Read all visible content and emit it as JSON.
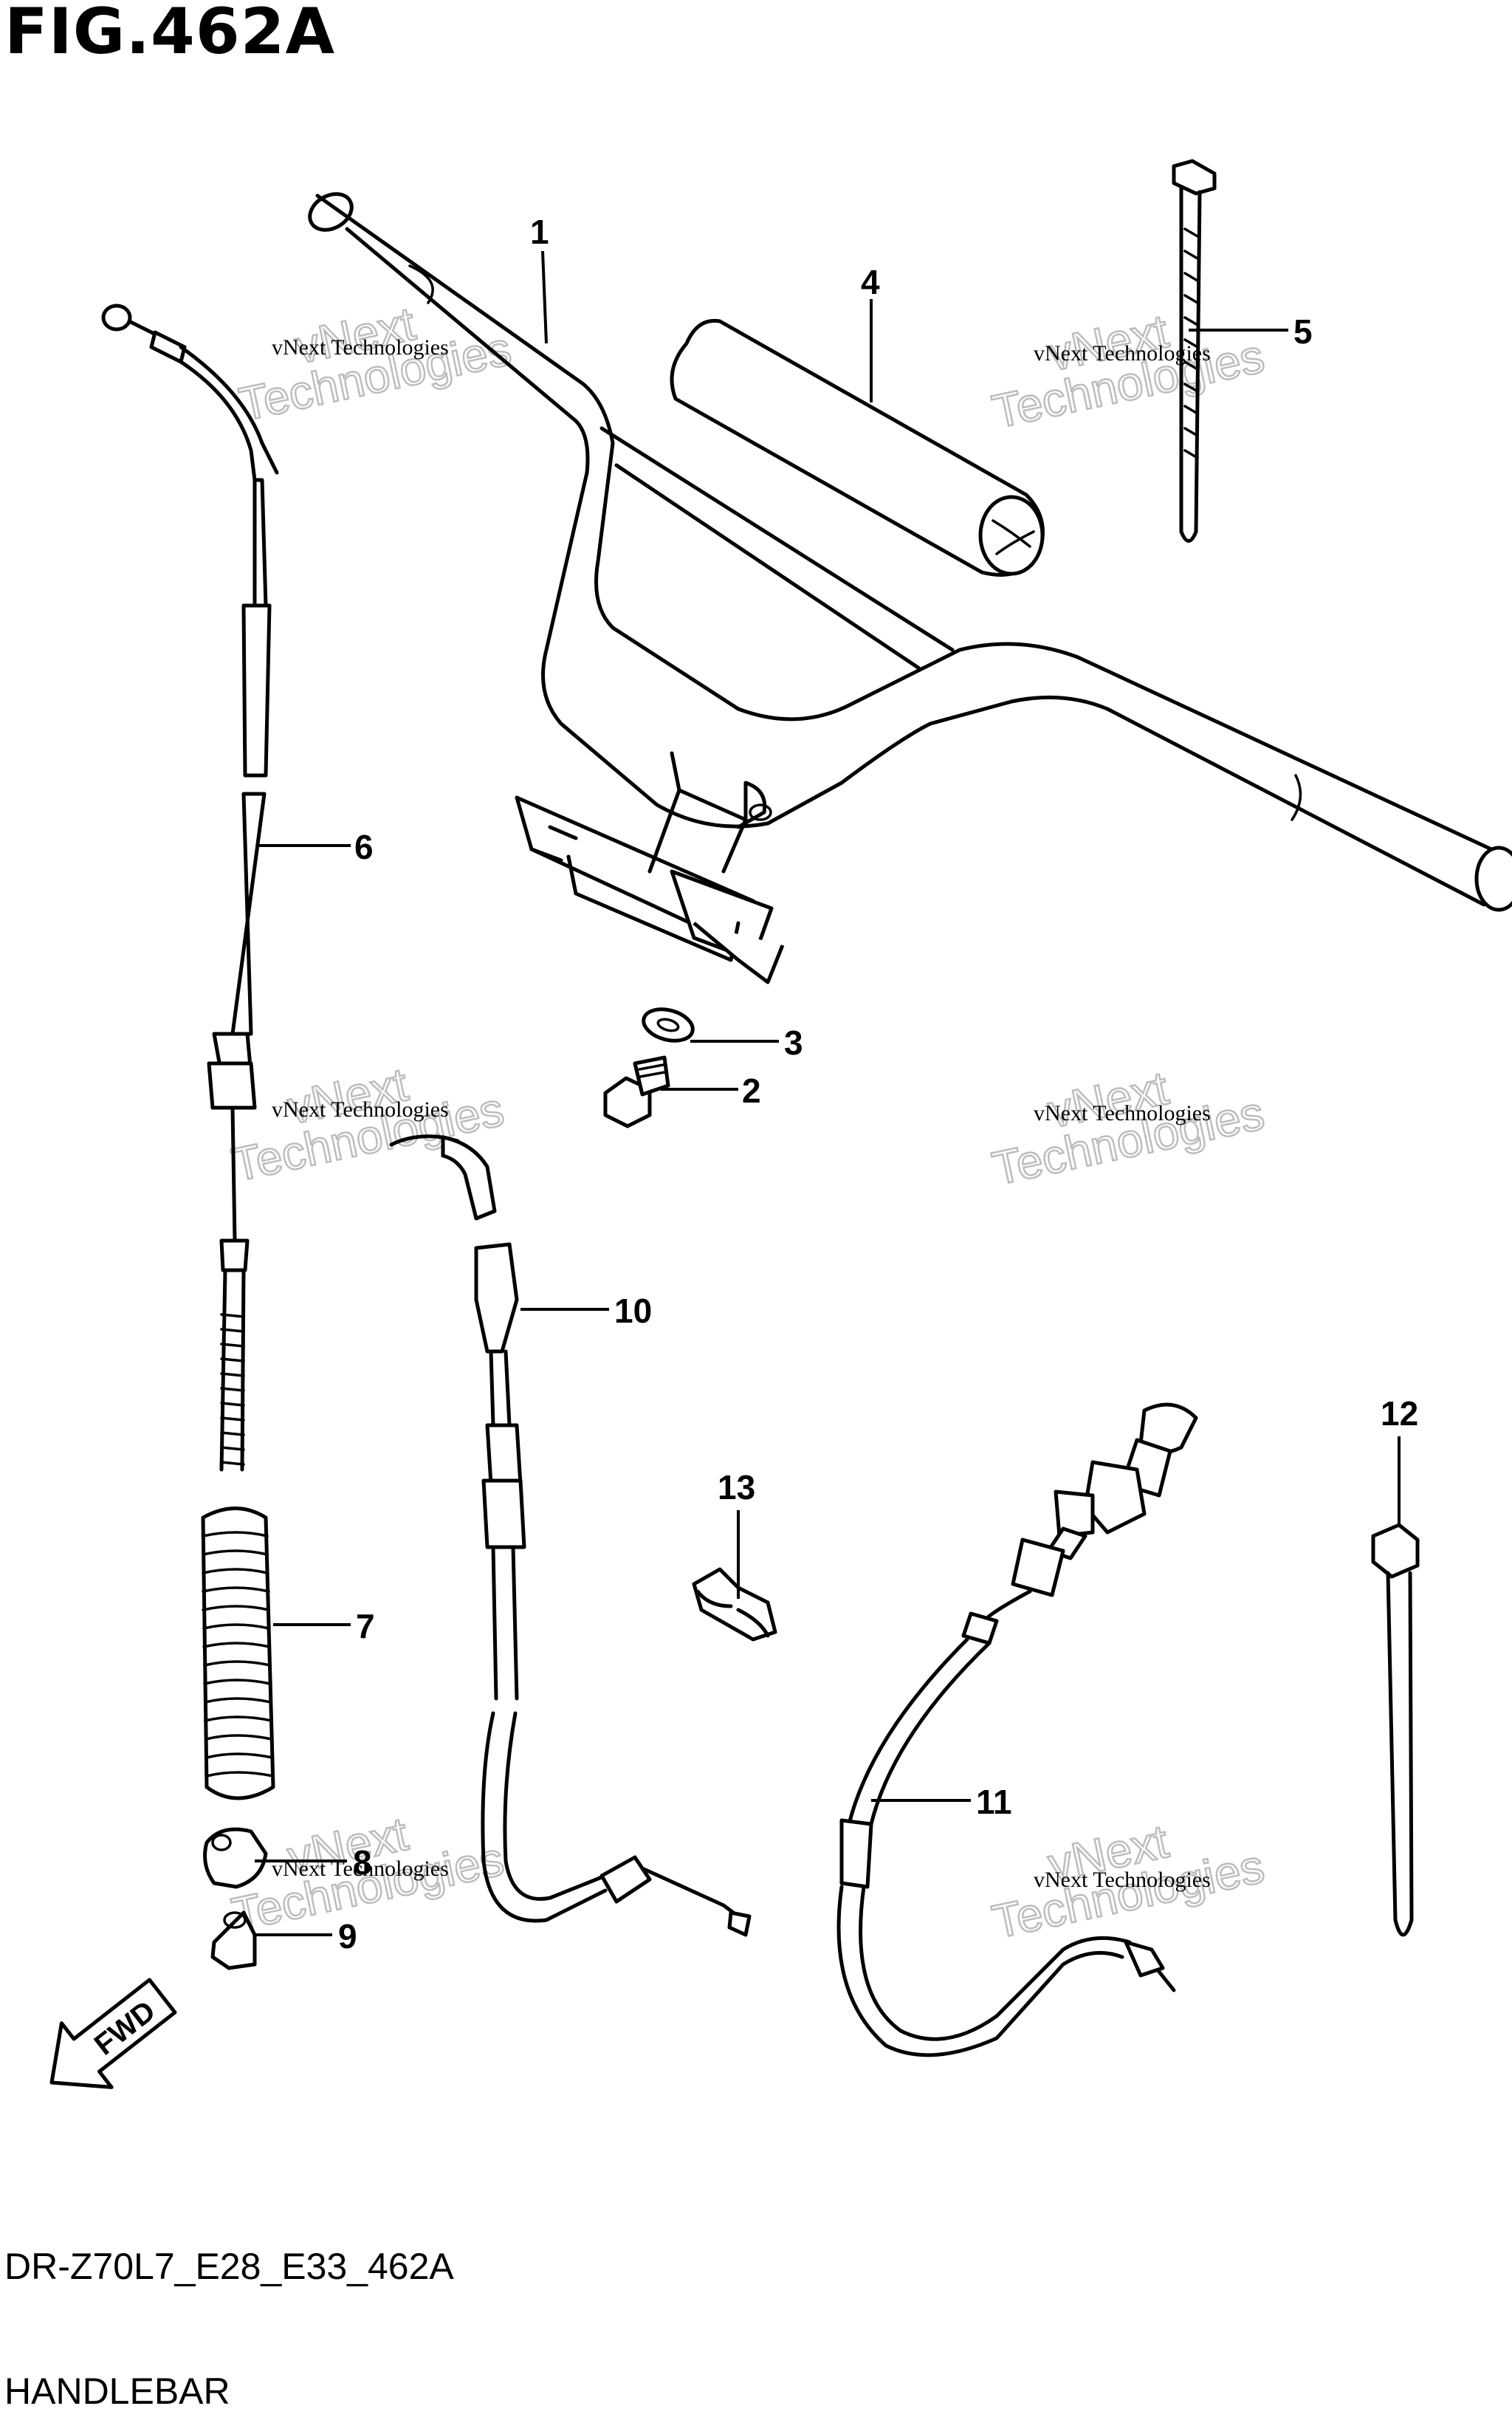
{
  "figure": {
    "title": "FIG.462A",
    "code": "DR-Z70L7_E28_E33_462A",
    "name": "HANDLEBAR"
  },
  "watermark": {
    "line1": "vNext Technologies",
    "line2": "Technologies",
    "faint": "vNext"
  },
  "fwd_label": "FWD",
  "callouts": [
    "1",
    "2",
    "3",
    "4",
    "5",
    "6",
    "7",
    "8",
    "9",
    "10",
    "11",
    "12",
    "13"
  ],
  "colors": {
    "ink": "#000000",
    "paper": "#ffffff",
    "watermark": "#bdbdbd"
  }
}
